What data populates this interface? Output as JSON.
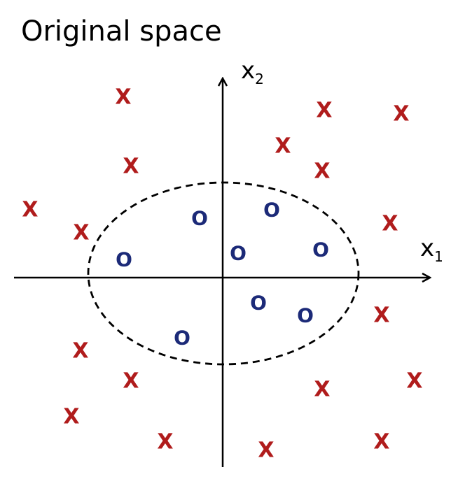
{
  "title": "Original space",
  "axes": {
    "x_label": "x",
    "x_sub": "1",
    "y_label": "x",
    "y_sub": "2"
  },
  "colors": {
    "cross": "#b01c1c",
    "circle": "#1c2a78",
    "axis": "#000000",
    "boundary": "#000000"
  },
  "class_a_marker": "X",
  "class_b_marker": "O",
  "boundary_style": "dashed ellipse"
}
